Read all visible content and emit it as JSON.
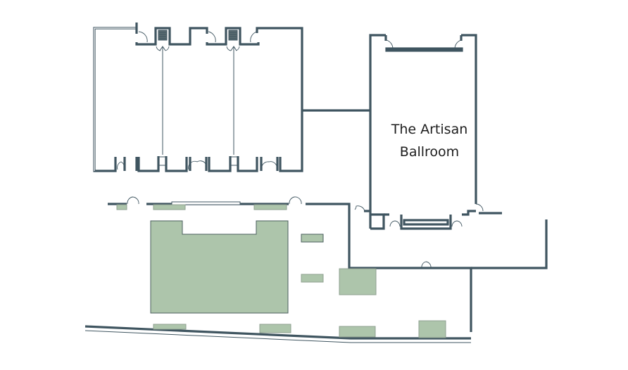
{
  "floorplan": {
    "rooms": [
      {
        "id": "artisan-ballroom",
        "label_line1": "The Artisan",
        "label_line2": "Ballroom"
      }
    ],
    "colors": {
      "wall": "#3f5560",
      "area_fill": "#adc5ab",
      "background": "#ffffff",
      "label": "#1d1d1d"
    }
  }
}
